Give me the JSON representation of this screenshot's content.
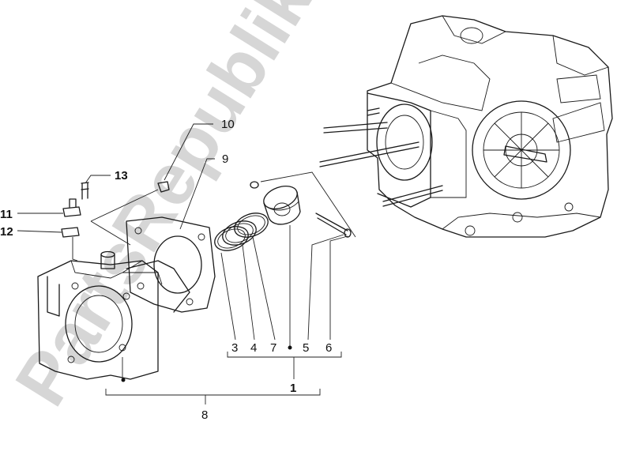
{
  "watermark": {
    "text": "PartsRepublik",
    "color": "#d6d6d6"
  },
  "callouts": {
    "c1": "1",
    "c3": "3",
    "c4": "4",
    "c5": "5",
    "c6": "6",
    "c7": "7",
    "c8": "8",
    "c9": "9",
    "c10": "10",
    "c11": "11",
    "c12": "12",
    "c13": "13"
  },
  "colors": {
    "line": "#1a1a1a",
    "background": "#ffffff"
  }
}
